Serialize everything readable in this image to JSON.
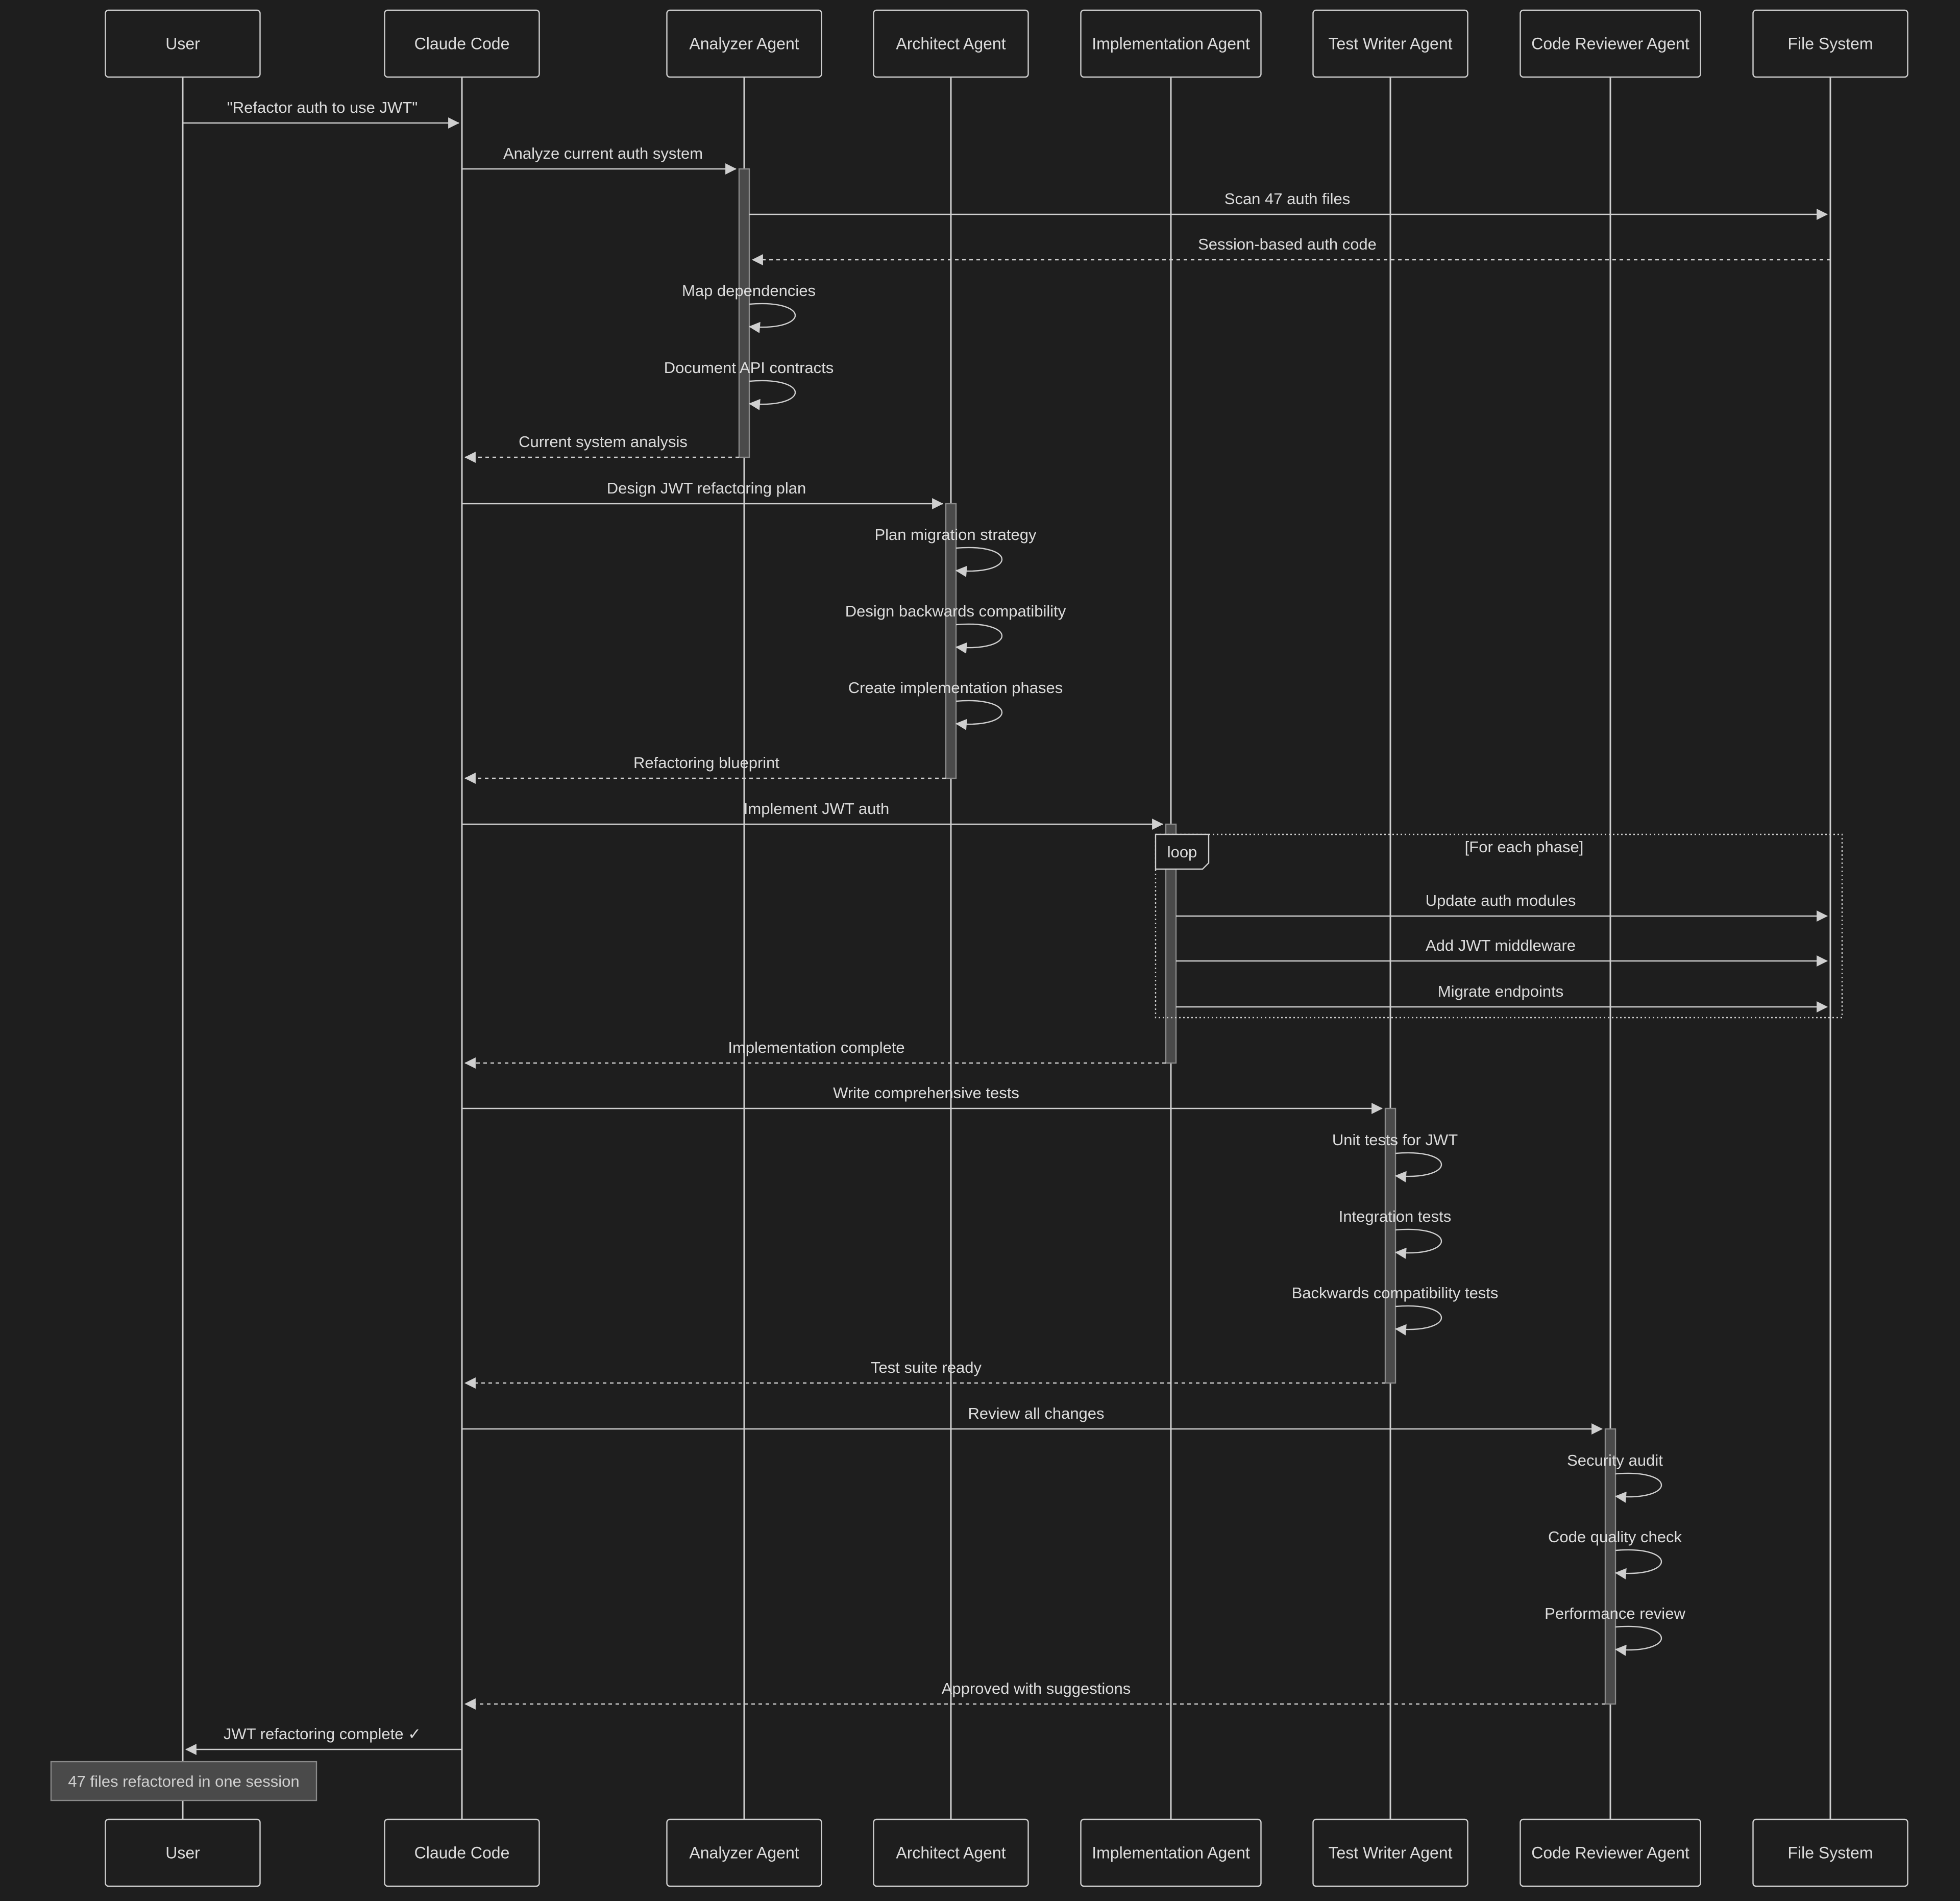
{
  "participants": [
    {
      "id": "user",
      "label": "User"
    },
    {
      "id": "claude",
      "label": "Claude Code"
    },
    {
      "id": "analyzer",
      "label": "Analyzer Agent"
    },
    {
      "id": "architect",
      "label": "Architect Agent"
    },
    {
      "id": "impl",
      "label": "Implementation Agent"
    },
    {
      "id": "tester",
      "label": "Test Writer Agent"
    },
    {
      "id": "reviewer",
      "label": "Code Reviewer Agent"
    },
    {
      "id": "fs",
      "label": "File System"
    }
  ],
  "messages": [
    {
      "from": "user",
      "to": "claude",
      "text": "\"Refactor auth to use JWT\"",
      "style": "solid"
    },
    {
      "from": "claude",
      "to": "analyzer",
      "text": "Analyze current auth system",
      "style": "solid"
    },
    {
      "from": "analyzer",
      "to": "fs",
      "text": "Scan 47 auth files",
      "style": "solid"
    },
    {
      "from": "fs",
      "to": "analyzer",
      "text": "Session-based auth code",
      "style": "dashed"
    },
    {
      "from": "analyzer",
      "to": "analyzer",
      "text": "Map dependencies",
      "style": "self"
    },
    {
      "from": "analyzer",
      "to": "analyzer",
      "text": "Document API contracts",
      "style": "self"
    },
    {
      "from": "analyzer",
      "to": "claude",
      "text": "Current system analysis",
      "style": "dashed"
    },
    {
      "from": "claude",
      "to": "architect",
      "text": "Design JWT refactoring plan",
      "style": "solid"
    },
    {
      "from": "architect",
      "to": "architect",
      "text": "Plan migration strategy",
      "style": "self"
    },
    {
      "from": "architect",
      "to": "architect",
      "text": "Design backwards compatibility",
      "style": "self"
    },
    {
      "from": "architect",
      "to": "architect",
      "text": "Create implementation phases",
      "style": "self"
    },
    {
      "from": "architect",
      "to": "claude",
      "text": "Refactoring blueprint",
      "style": "dashed"
    },
    {
      "from": "claude",
      "to": "impl",
      "text": "Implement JWT auth",
      "style": "solid"
    },
    {
      "from": "impl",
      "to": "fs",
      "text": "Update auth modules",
      "style": "solid"
    },
    {
      "from": "impl",
      "to": "fs",
      "text": "Add JWT middleware",
      "style": "solid"
    },
    {
      "from": "impl",
      "to": "fs",
      "text": "Migrate endpoints",
      "style": "solid"
    },
    {
      "from": "impl",
      "to": "claude",
      "text": "Implementation complete",
      "style": "dashed"
    },
    {
      "from": "claude",
      "to": "tester",
      "text": "Write comprehensive tests",
      "style": "solid"
    },
    {
      "from": "tester",
      "to": "tester",
      "text": "Unit tests for JWT",
      "style": "self"
    },
    {
      "from": "tester",
      "to": "tester",
      "text": "Integration tests",
      "style": "self"
    },
    {
      "from": "tester",
      "to": "tester",
      "text": "Backwards compatibility tests",
      "style": "self"
    },
    {
      "from": "tester",
      "to": "claude",
      "text": "Test suite ready",
      "style": "dashed"
    },
    {
      "from": "claude",
      "to": "reviewer",
      "text": "Review all changes",
      "style": "solid"
    },
    {
      "from": "reviewer",
      "to": "reviewer",
      "text": "Security audit",
      "style": "self"
    },
    {
      "from": "reviewer",
      "to": "reviewer",
      "text": "Code quality check",
      "style": "self"
    },
    {
      "from": "reviewer",
      "to": "reviewer",
      "text": "Performance review",
      "style": "self"
    },
    {
      "from": "reviewer",
      "to": "claude",
      "text": "Approved with suggestions",
      "style": "dashed"
    },
    {
      "from": "claude",
      "to": "user",
      "text": "JWT refactoring complete ✓",
      "style": "solid"
    }
  ],
  "loop": {
    "tag": "loop",
    "condition": "[For each phase]"
  },
  "note": {
    "text": "47 files refactored in one session"
  }
}
